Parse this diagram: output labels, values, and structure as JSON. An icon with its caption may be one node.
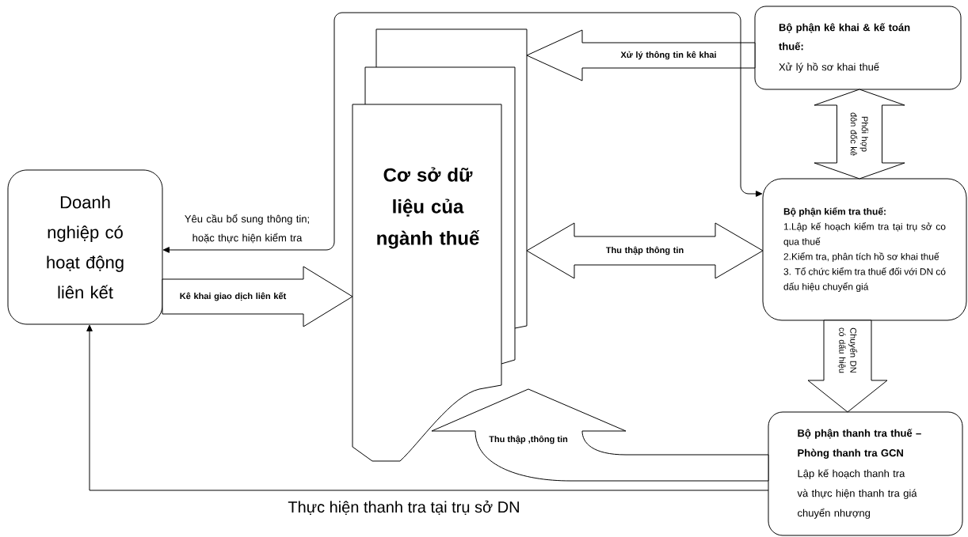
{
  "diagram": {
    "nodes": [
      {
        "text": [
          "Doanh nghiệp có hoạt động liên kết"
        ]
      },
      {
        "text": [
          "Cơ sở dữ liệu của ngành thuế"
        ]
      },
      {
        "text": [
          "Bộ phận kê khai & kế toán thuế:",
          "Xử lý hồ sơ khai thuế"
        ]
      },
      {
        "text": [
          "Bộ phận kiểm tra thuế:",
          "1.Lập kế hoạch kiểm tra tại trụ sở co qua thuế",
          "2.Kiểm tra, phân tích hồ sơ khai thuế",
          "3. Tổ chức kiểm tra thuế đối với DN có dấu hiệu chuyển giá"
        ]
      },
      {
        "text": [
          "Bộ phận thanh tra thuế – Phòng thanh tra GCN",
          "Lập kế hoạch thanh tra và thực hiện thanh tra giá chuyển nhượng"
        ]
      }
    ],
    "edges": [
      {
        "from": 2,
        "to": 1,
        "arrow": "to",
        "label": "Xử lý thông tin kê khai"
      },
      {
        "from": 2,
        "to": 3,
        "arrow": "both",
        "label": "Phối hợp đôn đốc kê"
      },
      {
        "from": 1,
        "to": 3,
        "arrow": "both",
        "label": "Thu thập thông tin"
      },
      {
        "from": 3,
        "to": 0,
        "arrow": "both",
        "label": "Yêu cầu bổ sung thông tin; hoặc thực hiện kiểm tra"
      },
      {
        "from": 0,
        "to": 1,
        "arrow": "to",
        "label": "Kê khai giao dịch liên kết"
      },
      {
        "from": 3,
        "to": 4,
        "arrow": "to",
        "label": "Chuyển DN có dấu hiệu"
      },
      {
        "from": 4,
        "to": 1,
        "arrow": "to",
        "label": "Thu thập ,thông tin"
      },
      {
        "from": 4,
        "to": 0,
        "arrow": "to",
        "label": "Thực hiện thanh tra tại trụ sở DN"
      }
    ]
  }
}
